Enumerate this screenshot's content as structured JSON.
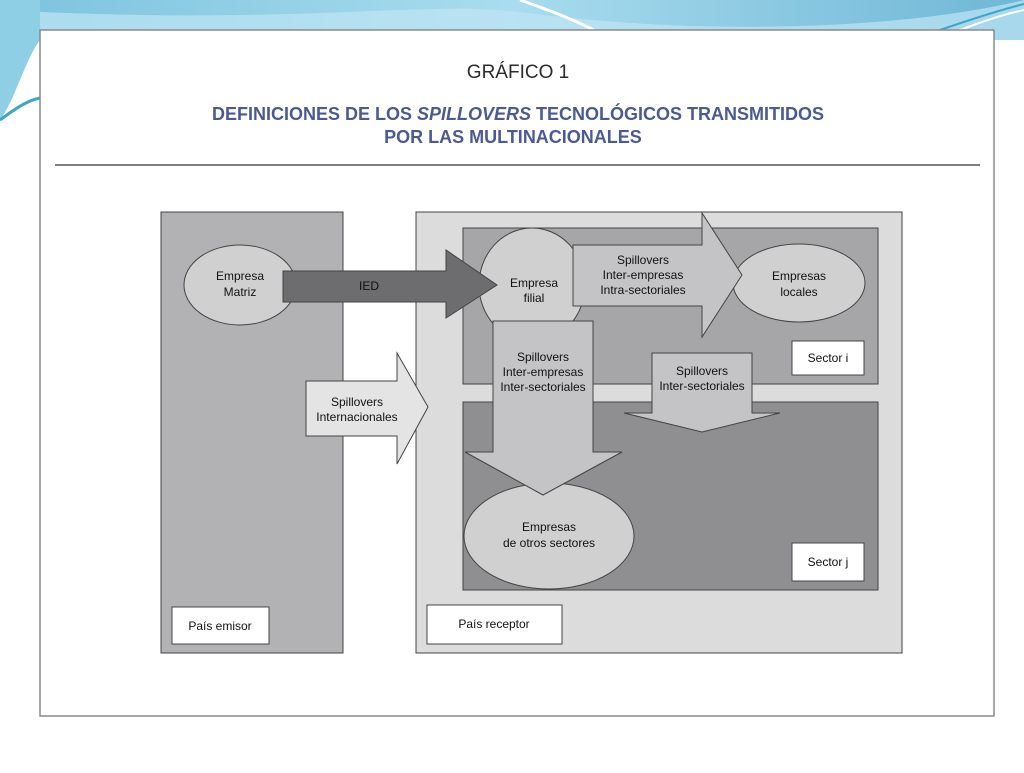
{
  "slide": {
    "figure_label": "GRÁFICO 1",
    "title_part1": "DEFINICIONES DE LOS ",
    "title_italic": "SPILLOVERS",
    "title_part2": " TECNOLÓGICOS TRANSMITIDOS",
    "title_line2": "POR LAS MULTINACIONALES",
    "title_color": "#4a5a92"
  },
  "diagram": {
    "pais_emisor": "País emisor",
    "pais_receptor": "País receptor",
    "sector_i": "Sector i",
    "sector_j": "Sector j",
    "empresa_matriz": [
      "Empresa",
      "Matriz"
    ],
    "empresa_filial": [
      "Empresa",
      "filial"
    ],
    "empresas_locales": [
      "Empresas",
      "locales"
    ],
    "empresas_otros": [
      "Empresas",
      "de otros sectores"
    ],
    "ied": "IED",
    "spill_internacionales": [
      "Spillovers",
      "Internacionales"
    ],
    "spill_intra": [
      "Spillovers",
      "Inter-empresas",
      "Intra-sectoriales"
    ],
    "spill_inter_empresas": [
      "Spillovers",
      "Inter-empresas",
      "Inter-sectoriales"
    ],
    "spill_inter_sectoriales": [
      "Spillovers",
      "Inter-sectoriales"
    ]
  }
}
